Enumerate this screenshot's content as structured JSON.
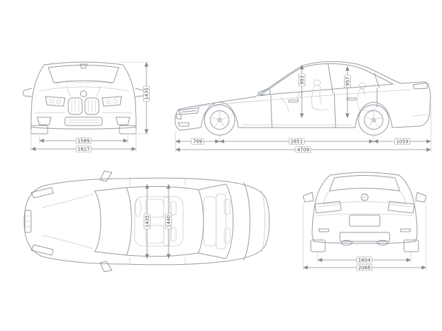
{
  "colors": {
    "car_line": "#949aa2",
    "car_light_line": "#c6cad0",
    "dim_line": "#8a8a8a",
    "dim_text": "#4a4a4a",
    "label_border": "#9b9b9b"
  },
  "front_view": {
    "track_width": "1589",
    "overall_width": "1827",
    "overall_height": "1435"
  },
  "side_view": {
    "front_overhang": "799",
    "wheelbase": "2851",
    "rear_overhang": "1059",
    "overall_length": "4709",
    "front_headroom": "993",
    "rear_headroom": "957"
  },
  "top_view": {
    "front_interior_width": "1435",
    "rear_interior_width": "1440"
  },
  "rear_view": {
    "track_width": "1604",
    "overall_width_mirrors": "2068"
  }
}
